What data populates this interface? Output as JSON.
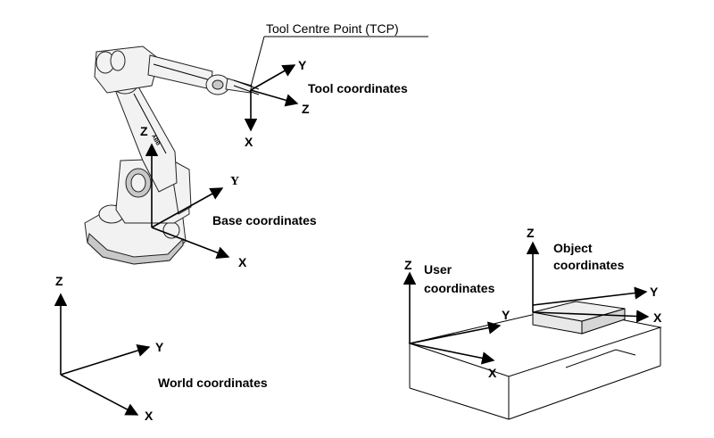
{
  "labels": {
    "tcp": "Tool Centre Point (TCP)",
    "tool": "Tool coordinates",
    "base": "Base coordinates",
    "world": "World coordinates",
    "user_line1": "User",
    "user_line2": "coordinates",
    "object_line1": "Object",
    "object_line2": "coordinates"
  },
  "robot_text": "ABB",
  "axes": {
    "x": "X",
    "y": "Y",
    "z": "Z"
  }
}
